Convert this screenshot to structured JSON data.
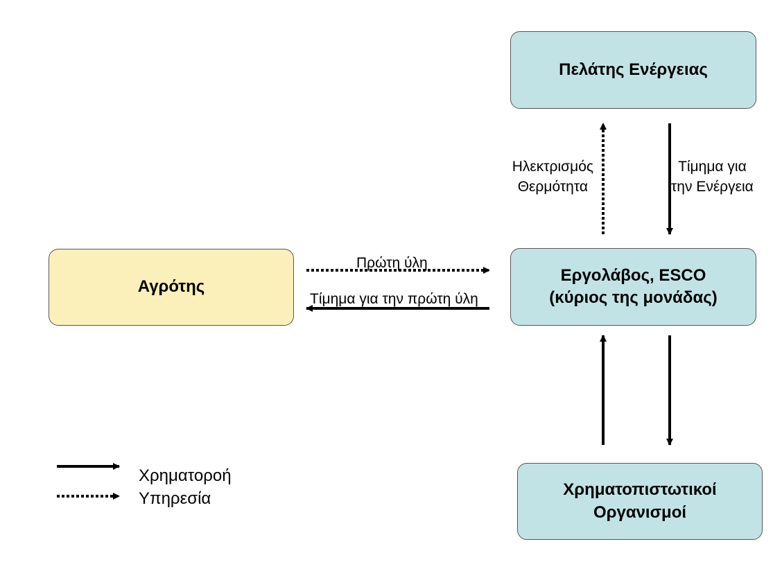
{
  "nodes": {
    "customer": {
      "label": "Πελάτης Ενέργειας"
    },
    "farmer": {
      "label": "Αγρότης"
    },
    "esco": {
      "line1": "Εργολάβος, ESCO",
      "line2": "(κύριος της μονάδας)"
    },
    "finance": {
      "line1": "Χρηματοπιστωτικοί",
      "line2": "Οργανισμοί"
    }
  },
  "edges": {
    "electricity_heat": {
      "line1": "Ηλεκτρισμός",
      "line2": "Θερμότητα",
      "style": "dotted"
    },
    "payment_energy": {
      "line1": "Τίμημα για",
      "line2": "την Ενέργεια",
      "style": "solid"
    },
    "raw_material": {
      "label": "Πρώτη ύλη",
      "style": "dotted"
    },
    "payment_raw": {
      "label": "Τίμημα για την πρώτη ύλη",
      "style": "solid"
    },
    "finance_to_esco": {
      "style": "solid"
    },
    "esco_to_finance": {
      "style": "solid"
    }
  },
  "legend": {
    "money_flow": "Χρηματοροή",
    "service": "Υπηρεσία"
  },
  "colors": {
    "teal_box": "#c2e3e6",
    "yellow_box": "#fbefba",
    "border": "#555555",
    "arrow": "#000000"
  }
}
